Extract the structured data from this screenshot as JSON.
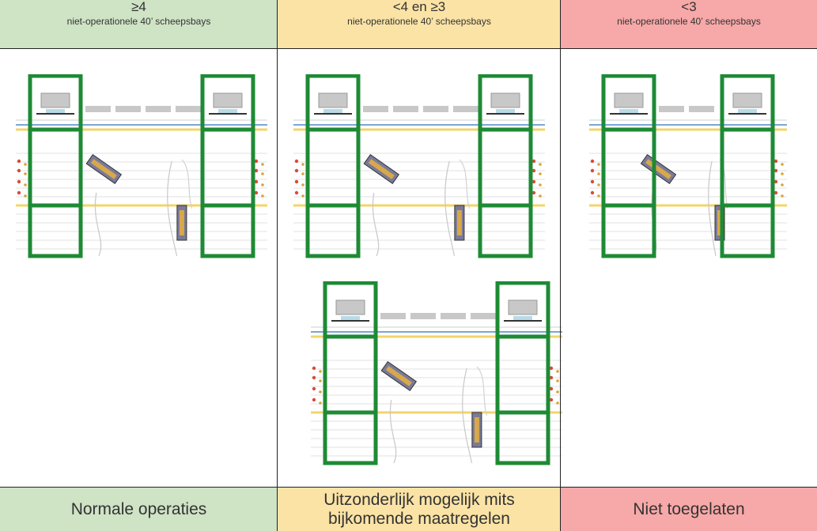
{
  "columns": [
    {
      "header_main": "≥4",
      "header_sub": "niet-operationele 40’ scheepsbays",
      "footer_lines": [
        "Normale operaties"
      ],
      "color": "#cfe3c5"
    },
    {
      "header_main": "<4 en ≥3",
      "header_sub": "niet-operationele 40’ scheepsbays",
      "footer_lines": [
        "Uitzonderlijk mogelijk mits",
        "bijkomende maatregelen"
      ],
      "color": "#fbe3a6"
    },
    {
      "header_main": "<3",
      "header_sub": "niet-operationele 40’ scheepsbays",
      "footer_lines": [
        "Niet toegelaten"
      ],
      "color": "#f7a8a8"
    }
  ],
  "colors": {
    "crane_frame": "#1e8a35",
    "grid_border": "#222222",
    "quay_line": "#7aa6d6",
    "rail": "#f2d46b",
    "container": "#c8c8c8",
    "vehicle": "#7a7a9a"
  }
}
